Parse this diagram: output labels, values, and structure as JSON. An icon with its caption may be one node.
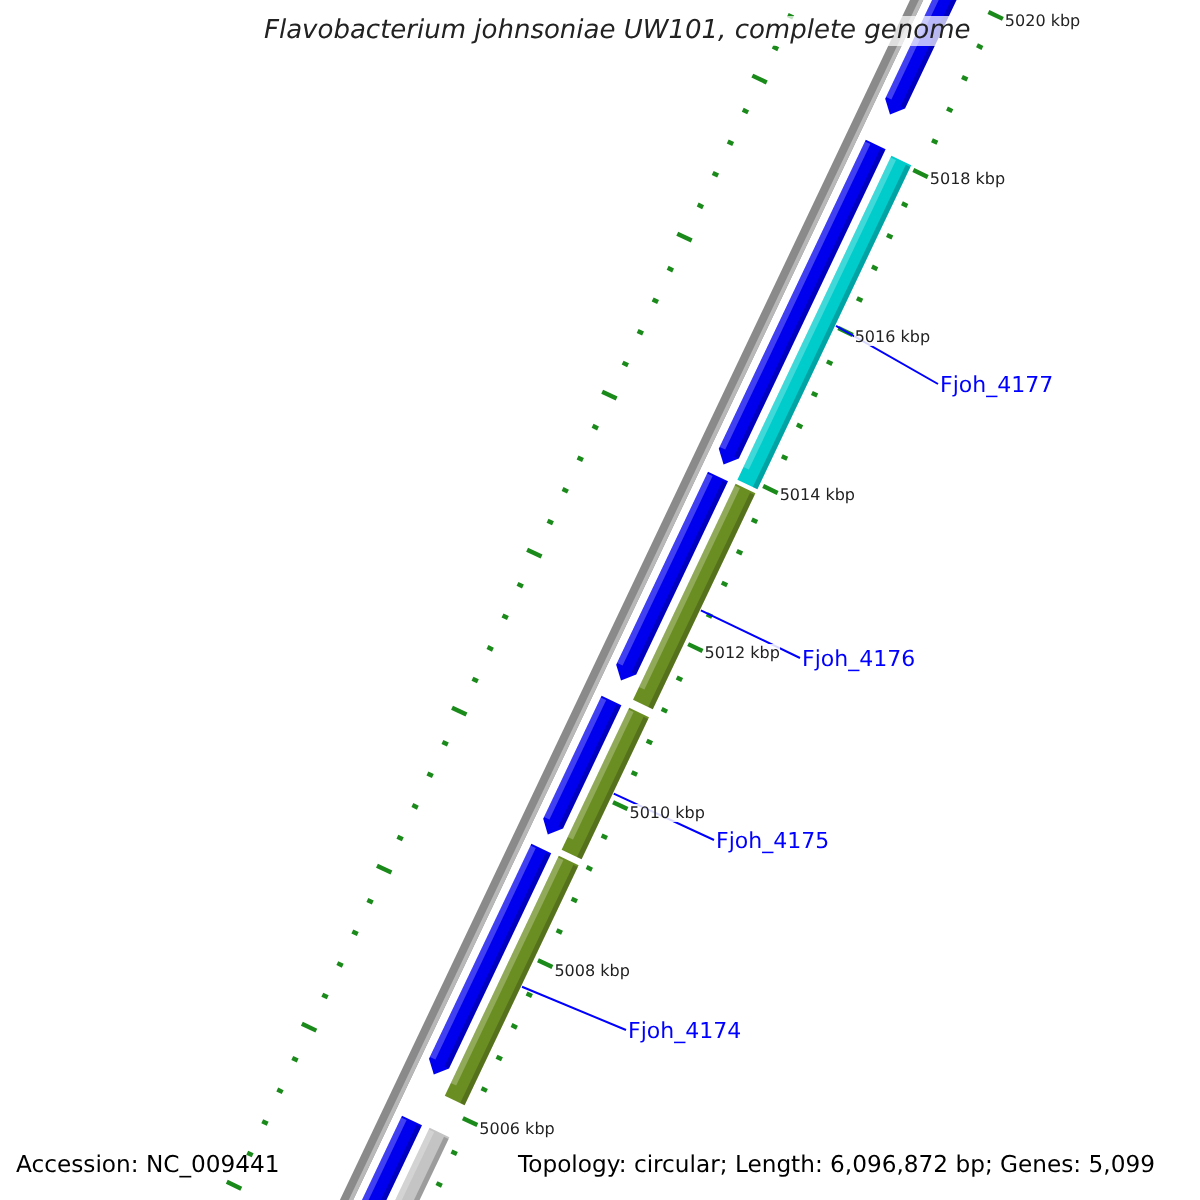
{
  "diagram": {
    "title": "Flavobacterium johnsoniae UW101, complete genome",
    "nodes": [
      {
        "text": [
          "Fjoh_4177"
        ]
      },
      {
        "text": [],
        "shape": "bar"
      },
      {
        "text": [
          "Fjoh_4176"
        ]
      },
      {
        "text": [],
        "shape": "bar"
      },
      {
        "text": [
          "Fjoh_4175"
        ]
      },
      {
        "text": [],
        "shape": "bar"
      },
      {
        "text": [
          "Fjoh_4174"
        ]
      },
      {
        "text": [],
        "shape": "bar"
      }
    ],
    "edges": [
      {
        "from": 0,
        "to": 1,
        "arrow": "none"
      },
      {
        "from": 2,
        "to": 3,
        "arrow": "none"
      },
      {
        "from": 4,
        "to": 5,
        "arrow": "none"
      },
      {
        "from": 6,
        "to": 7,
        "arrow": "none"
      }
    ],
    "labels": [
      "5020 kbp",
      "5018 kbp",
      "5016 kbp",
      "5014 kbp",
      "5012 kbp",
      "5010 kbp",
      "5008 kbp",
      "5006 kbp",
      "Accession: NC_009441",
      "Topology: circular; Length: 6,096,872 bp; Genes: 5,099"
    ]
  }
}
